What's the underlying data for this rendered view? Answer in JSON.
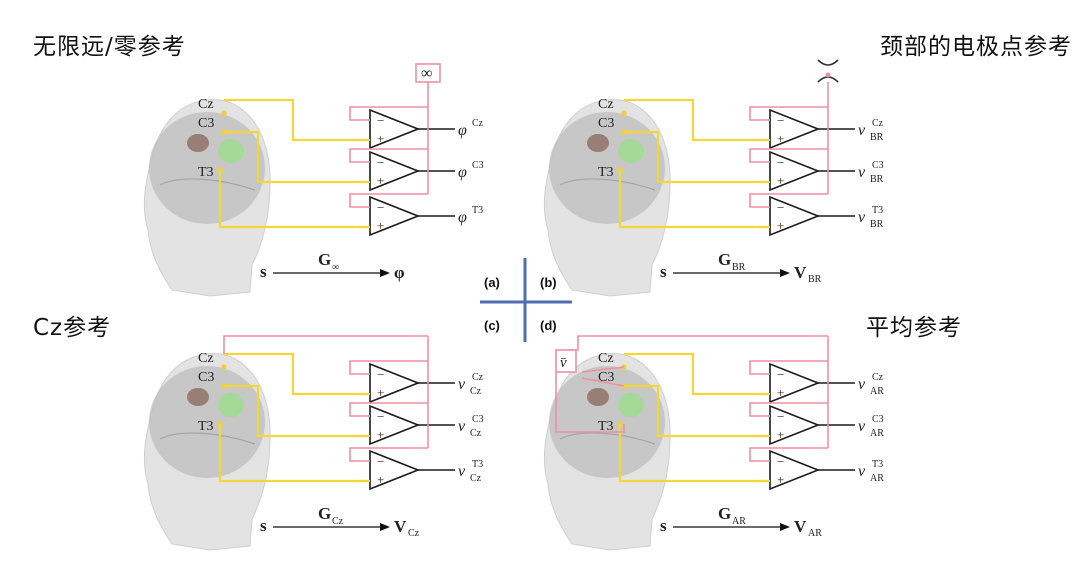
{
  "captions": {
    "a": "无限远/零参考",
    "b": "颈部的电极点参考",
    "c": "Cz参考",
    "d": "平均参考"
  },
  "panel_labels": {
    "a": "(a)",
    "b": "(b)",
    "c": "(c)",
    "d": "(d)"
  },
  "electrodes": [
    "Cz",
    "C3",
    "T3"
  ],
  "panels": {
    "a": {
      "reference_symbol": "∞",
      "outputs": [
        {
          "base": "φ",
          "sup": "Cz",
          "sub": ""
        },
        {
          "base": "φ",
          "sup": "C3",
          "sub": ""
        },
        {
          "base": "φ",
          "sup": "T3",
          "sub": ""
        }
      ],
      "equation": {
        "left": "s",
        "op": "G",
        "op_sub": "∞",
        "right": "φ",
        "right_sub": ""
      }
    },
    "b": {
      "reference_symbol": "neck",
      "outputs": [
        {
          "base": "v",
          "sup": "Cz",
          "sub": "BR"
        },
        {
          "base": "v",
          "sup": "C3",
          "sub": "BR"
        },
        {
          "base": "v",
          "sup": "T3",
          "sub": "BR"
        }
      ],
      "equation": {
        "left": "s",
        "op": "G",
        "op_sub": "BR",
        "right": "V",
        "right_sub": "BR"
      }
    },
    "c": {
      "reference_symbol": "",
      "outputs": [
        {
          "base": "v",
          "sup": "Cz",
          "sub": "Cz"
        },
        {
          "base": "v",
          "sup": "C3",
          "sub": "Cz"
        },
        {
          "base": "v",
          "sup": "T3",
          "sub": "Cz"
        }
      ],
      "equation": {
        "left": "s",
        "op": "G",
        "op_sub": "Cz",
        "right": "V",
        "right_sub": "Cz"
      }
    },
    "d": {
      "reference_symbol": "v̄",
      "outputs": [
        {
          "base": "v",
          "sup": "Cz",
          "sub": "AR"
        },
        {
          "base": "v",
          "sup": "C3",
          "sub": "AR"
        },
        {
          "base": "v",
          "sup": "T3",
          "sub": "AR"
        }
      ],
      "equation": {
        "left": "s",
        "op": "G",
        "op_sub": "AR",
        "right": "V",
        "right_sub": "AR"
      }
    }
  },
  "colors": {
    "signal_wire": "#f5d63a",
    "reference_wire": "#ef8fa5",
    "electrode_dot": "#f2d22a",
    "divider": "#4f6db0",
    "head_fill": "#e3e3e3",
    "brain_fill": "#b9b9b9",
    "source_brown": "#8d6b60",
    "source_green": "#9fdc8f"
  }
}
